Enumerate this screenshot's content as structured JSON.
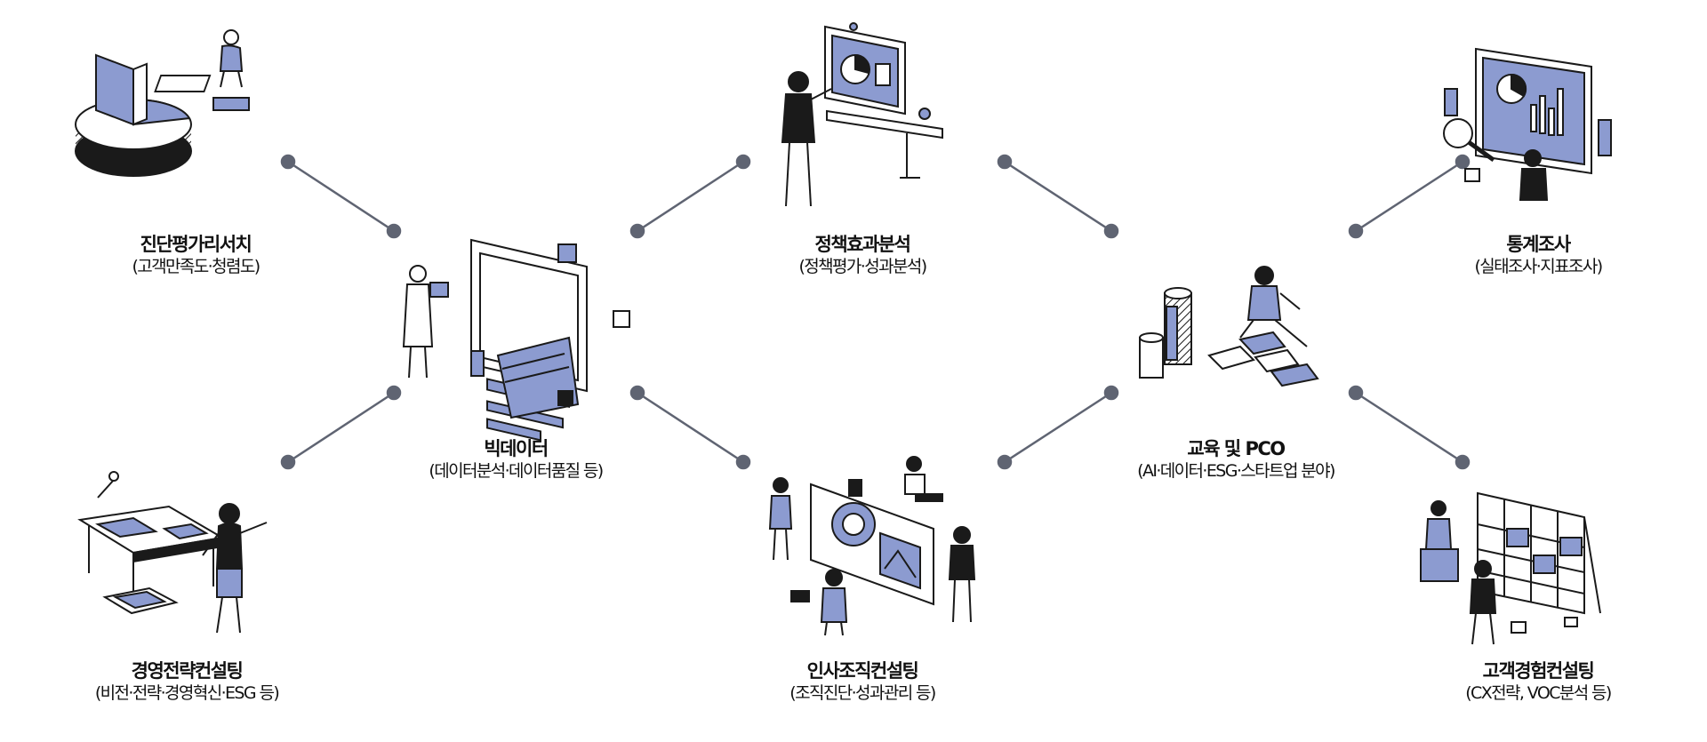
{
  "colors": {
    "accent": "#8c9bd0",
    "ink": "#1a1a1a",
    "connector": "#5f6472"
  },
  "nodes": [
    {
      "id": "diagnosis",
      "title": "진단평가리서치",
      "subtitle": "(고객만족도·청렴도)",
      "icon": "pie-chart-puzzle-icon"
    },
    {
      "id": "management",
      "title": "경영전략컨설팅",
      "subtitle": "(비전·전략·경영혁신·ESG 등)",
      "icon": "strategy-desk-icon"
    },
    {
      "id": "bigdata",
      "title": "빅데이터",
      "subtitle": "(데이터분석·데이터품질 등)",
      "icon": "data-monitor-icon"
    },
    {
      "id": "policy",
      "title": "정책효과분석",
      "subtitle": "(정책평가·성과분석)",
      "icon": "analysis-monitor-icon"
    },
    {
      "id": "hr",
      "title": "인사조직컨설팅",
      "subtitle": "(조직진단·성과관리 등)",
      "icon": "team-board-icon"
    },
    {
      "id": "education",
      "title": "교육 및 PCO",
      "subtitle": "(AI·데이터·ESG·스타트업 분야)",
      "icon": "puzzle-person-icon"
    },
    {
      "id": "statistics",
      "title": "통계조사",
      "subtitle": "(실태조사·지표조사)",
      "icon": "statistics-screen-icon"
    },
    {
      "id": "cx",
      "title": "고객경험컨설팅",
      "subtitle": "(CX전략, VOC분석 등)",
      "icon": "calendar-board-icon"
    }
  ]
}
